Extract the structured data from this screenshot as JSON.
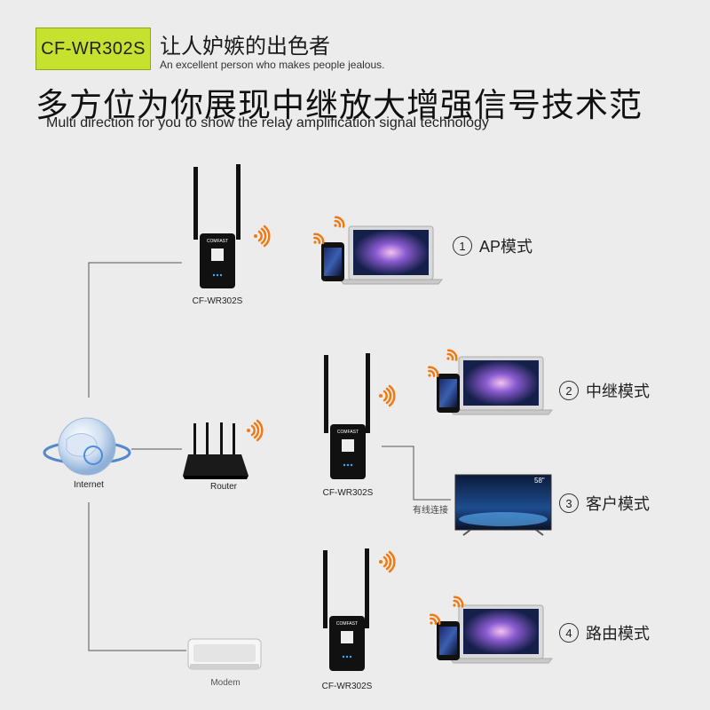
{
  "header": {
    "badge": "CF-WR302S",
    "slogan_cn": "让人妒嫉的出色者",
    "slogan_en": "An excellent person who makes people jealous.",
    "headline_cn": "多方位为你展现中继放大增强信号技术范",
    "headline_en": "Multi direction for you to show the relay amplification signal technology"
  },
  "devices": {
    "extender_label": "CF-WR302S",
    "brand": "COMFAST",
    "internet_label": "Internet",
    "router_label": "Router",
    "modem_label": "Modem",
    "wired_label": "有线连接",
    "tv_size": "58\""
  },
  "modes": [
    {
      "num": "1",
      "label": "AP模式"
    },
    {
      "num": "2",
      "label": "中继模式"
    },
    {
      "num": "3",
      "label": "客户模式"
    },
    {
      "num": "4",
      "label": "路由模式"
    }
  ],
  "colors": {
    "badge": "#c6e12e",
    "wifi": "#f07a12",
    "line": "#555555",
    "device": "#111111"
  }
}
